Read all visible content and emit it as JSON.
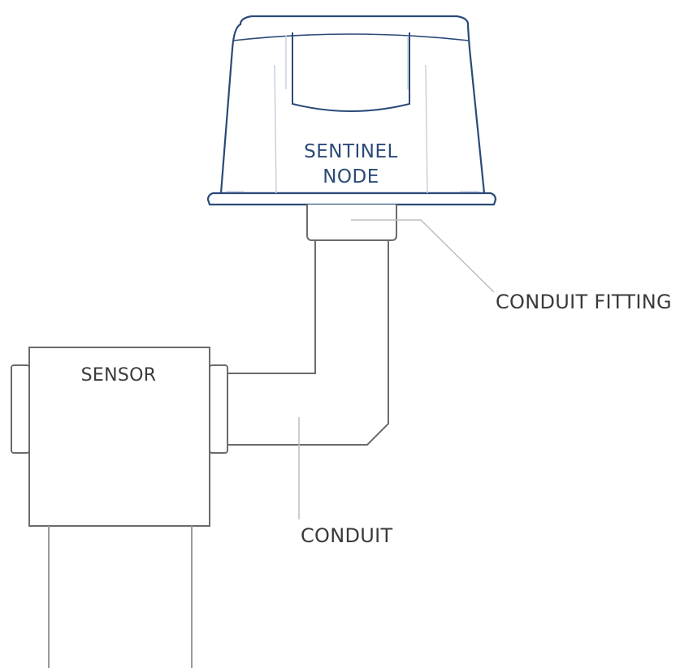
{
  "node": {
    "line1": "SENTINEL",
    "line2": "NODE"
  },
  "sensor": {
    "label": "SENSOR"
  },
  "callouts": {
    "fitting": "CONDUIT FITTING",
    "conduit": "CONDUIT"
  },
  "colors": {
    "node_outline": "#2b4a78",
    "node_text": "#2b4a78",
    "line": "#6b6b6b",
    "leader": "#bdbdbd",
    "label_text": "#3a3a3a"
  }
}
